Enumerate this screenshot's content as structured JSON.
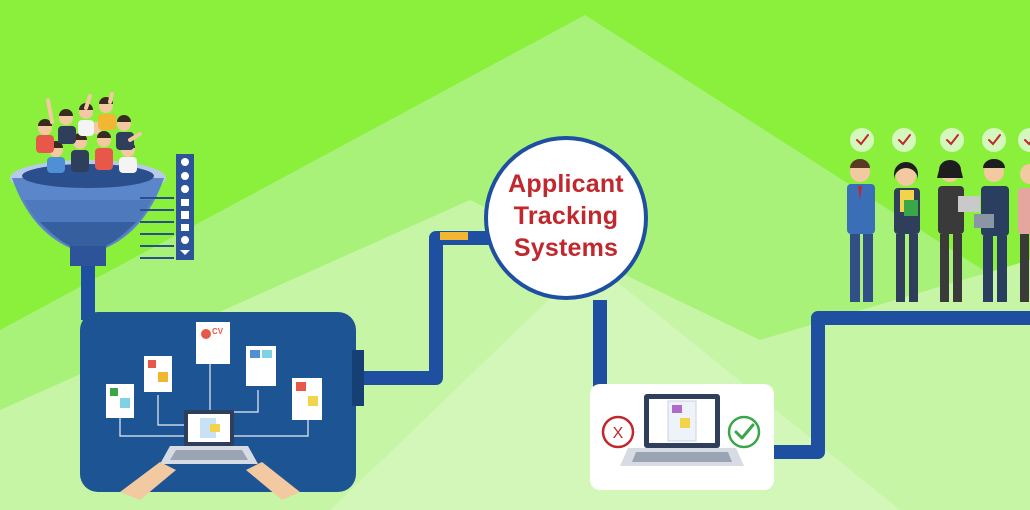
{
  "central_label": {
    "line1": "Applicant",
    "line2": "Tracking",
    "line3": "Systems"
  },
  "resume_tag": "CV",
  "reject_symbol": "X",
  "colors": {
    "background": "#8af03c",
    "pipe": "#1f4fa0",
    "panel": "#1d5594",
    "accent_red": "#c0282d",
    "accent_green": "#3aa64a"
  }
}
